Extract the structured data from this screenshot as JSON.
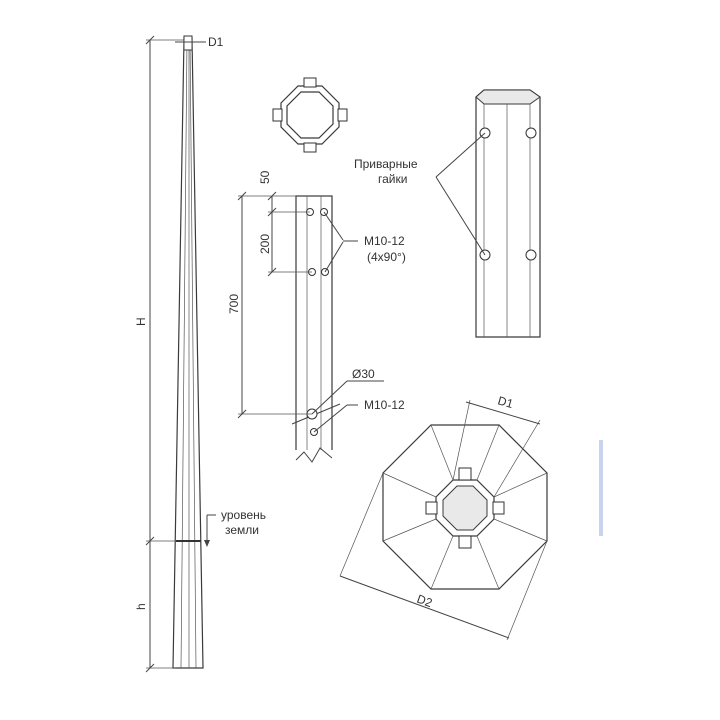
{
  "labels": {
    "d1_top": "D1",
    "h_total": "H",
    "h_ground": "h",
    "ground_line1": "уровень",
    "ground_line2": "земли",
    "dim_50": "50",
    "dim_200": "200",
    "dim_700": "700",
    "bolt_label1": "M10-12",
    "bolt_label2": "(4x90°)",
    "hole_dia": "Ø30",
    "bolt_single": "M10-12",
    "nuts_line1": "Приварные",
    "nuts_line2": "гайки",
    "d1_octagon": "D1",
    "d2_octagon": "D2"
  },
  "colors": {
    "line": "#444444",
    "fill_gray": "#e9e9e9",
    "text": "#333333"
  }
}
